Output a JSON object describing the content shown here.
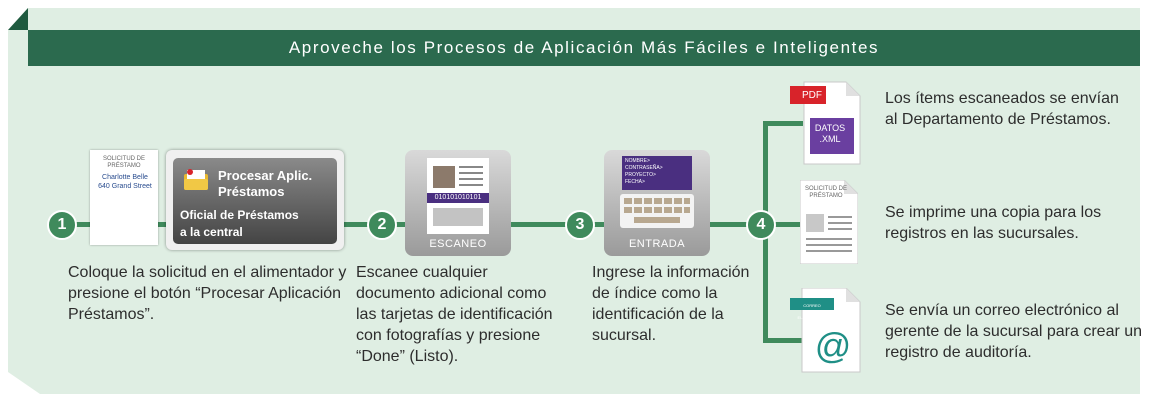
{
  "title": "Aproveche los Procesos de Aplicación Más Fáciles e Inteligentes",
  "steps": [
    {
      "number": "1",
      "text": "Coloque la solicitud en el alimentador y presione el botón “Procesar Aplicación Préstamos”."
    },
    {
      "number": "2",
      "text": "Escanee cualquier documento adicional como las tarjetas de identificación con fotografías y presione “Done” (Listo)."
    },
    {
      "number": "3",
      "text": "Ingrese la información de índice como la identificación de la sucursal."
    },
    {
      "number": "4",
      "text": ""
    }
  ],
  "application_doc": {
    "header": "SOLICITUD DE PRÉSTAMO",
    "name": "Charlotte Belle",
    "address": "640 Grand Street"
  },
  "device_panel": {
    "button_line1": "Procesar Aplic.",
    "button_line2": "Préstamos",
    "dest_line1": "Oficial de Préstamos",
    "dest_line2": "a la central"
  },
  "scan_tile": {
    "label": "ESCANEO",
    "binary": "010101010101"
  },
  "entry_tile": {
    "label": "ENTRADA",
    "fields": [
      "NOMBRE>",
      "CONTRASEÑA>",
      "PROYECTO>",
      "FECHA>"
    ]
  },
  "outputs": [
    {
      "text": "Los ítems escaneados se envían al Departamento de Préstamos.",
      "icon_top": "PDF",
      "icon_bottom": "DATOS .XML"
    },
    {
      "text": "Se imprime una copia para los registros en las sucursales.",
      "icon_header": "SOLICITUD DE PRÉSTAMO"
    },
    {
      "text": "Se envía un correo electrónico al gerente de la sucursal para crear un registro de auditoría.",
      "icon_header": "CORREO ELECTRÓNICO",
      "icon_symbol": "@"
    }
  ],
  "colors": {
    "green": "#2b6a4e",
    "accent": "#3f8a5c",
    "purple": "#6a3fa0",
    "red": "#d8232a",
    "teal": "#1f8f86"
  }
}
